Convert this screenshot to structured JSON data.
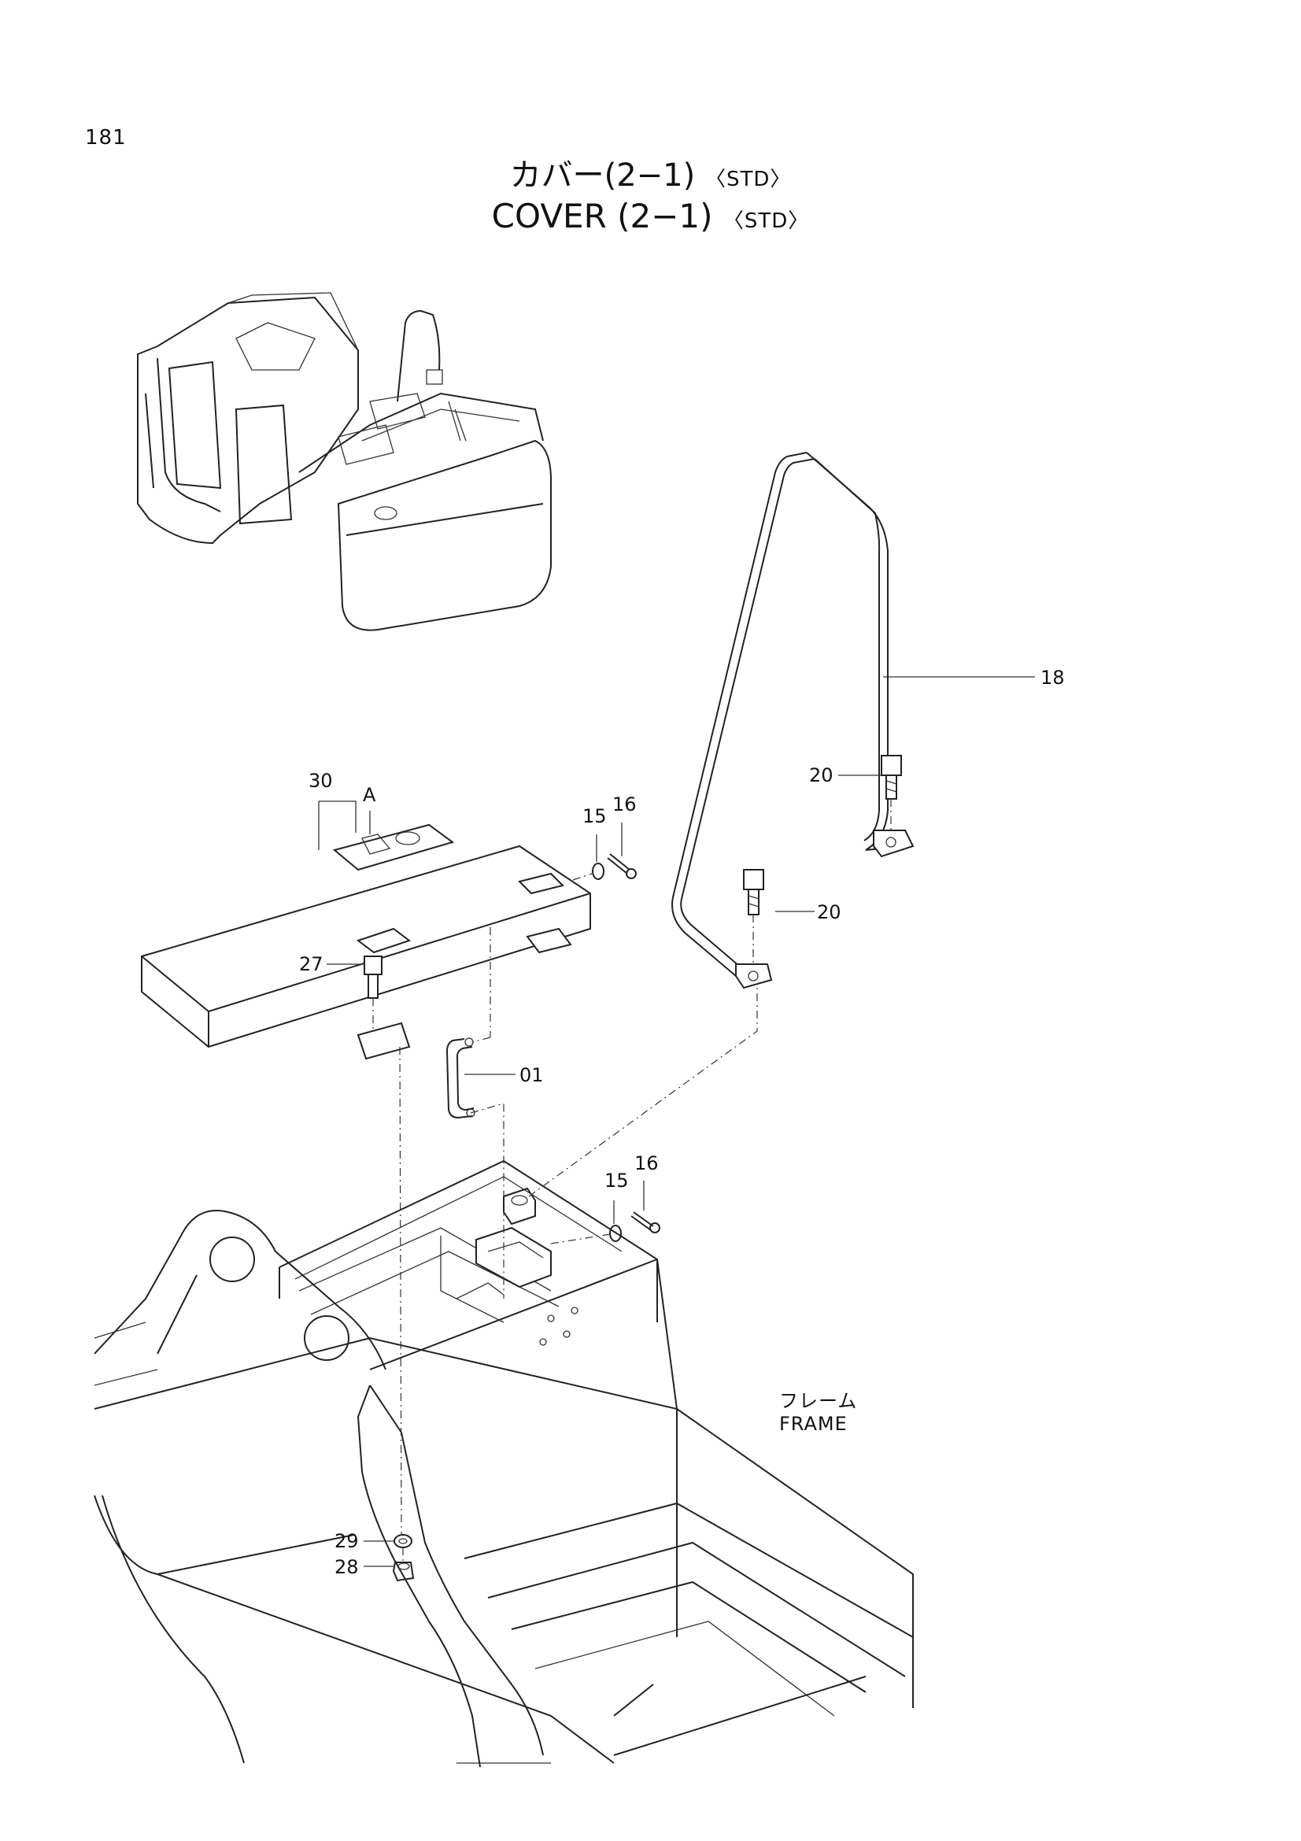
{
  "page_number": "181",
  "title": {
    "jp": "カバー(2−1)",
    "en": "COVER (2−1)",
    "tag": "〈STD〉"
  },
  "frame_label": {
    "jp": "フレーム",
    "en": "FRAME"
  },
  "callouts": {
    "c30": "30",
    "cA": "A",
    "c15a": "15",
    "c16a": "16",
    "c18": "18",
    "c20a": "20",
    "c20b": "20",
    "c27": "27",
    "c01": "01",
    "c15b": "15",
    "c16b": "16",
    "c29": "29",
    "c28": "28"
  }
}
